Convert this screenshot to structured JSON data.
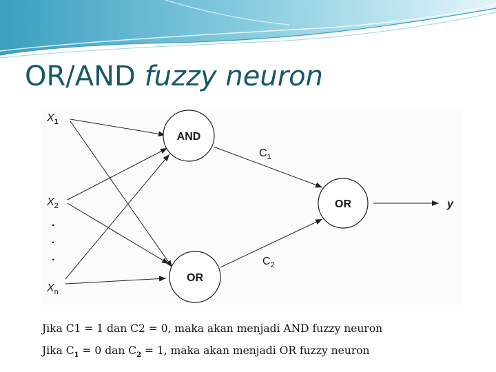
{
  "title": {
    "main": "OR/AND ",
    "emphasis": "fuzzy neuron"
  },
  "diagram": {
    "inputs": [
      "X1",
      "X2",
      "Xn"
    ],
    "input_letter": "X",
    "input_subscripts": [
      "1",
      "2",
      "n"
    ],
    "ellipsis_dots": [
      ".",
      ".",
      "."
    ],
    "neurons": {
      "and": "AND",
      "or_hidden": "OR",
      "or_output": "OR"
    },
    "weights": {
      "c1_letter": "C",
      "c1_sub": "1",
      "c2_letter": "C",
      "c2_sub": "2"
    },
    "output": "y"
  },
  "captions": {
    "line1": "Jika C1 = 1 dan C2 = 0, maka akan menjadi AND fuzzy neuron",
    "line2": {
      "p1": "Jika C",
      "s1": "1",
      "p2": " = 0 dan C",
      "s2": "2",
      "p3": " = 1, maka akan menjadi OR fuzzy neuron"
    }
  },
  "colors": {
    "title": "#17576a",
    "wave_light": "#bfe6f2",
    "wave_mid": "#7cc8dc",
    "wave_dark": "#3aa0bf"
  }
}
